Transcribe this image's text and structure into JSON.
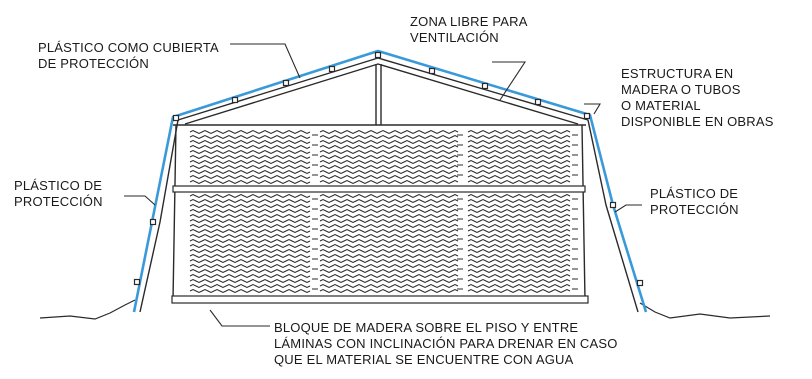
{
  "colors": {
    "cover_plastic": "#3a9ad9",
    "structure": "#2a2a2a",
    "background": "#ffffff"
  },
  "labels": {
    "cover": [
      "PLÁSTICO COMO CUBIERTA",
      "DE PROTECCIÓN"
    ],
    "vent": [
      "ZONA LIBRE PARA",
      "VENTILACIÓN"
    ],
    "structure": [
      "ESTRUCTURA EN",
      "MADERA O TUBOS",
      "O MATERIAL",
      "DISPONIBLE EN OBRAS"
    ],
    "left_side": [
      "PLÁSTICO DE",
      "PROTECCIÓN"
    ],
    "right_side": [
      "PLÁSTICO DE",
      "PROTECCIÓN"
    ],
    "base": [
      "BLOQUE DE MADERA SOBRE EL PISO Y ENTRE",
      "LÁMINAS CON INCLINACIÓN PARA DRENAR EN CASO",
      "QUE EL MATERIAL SE ENCUENTRE CON AGUA"
    ]
  }
}
